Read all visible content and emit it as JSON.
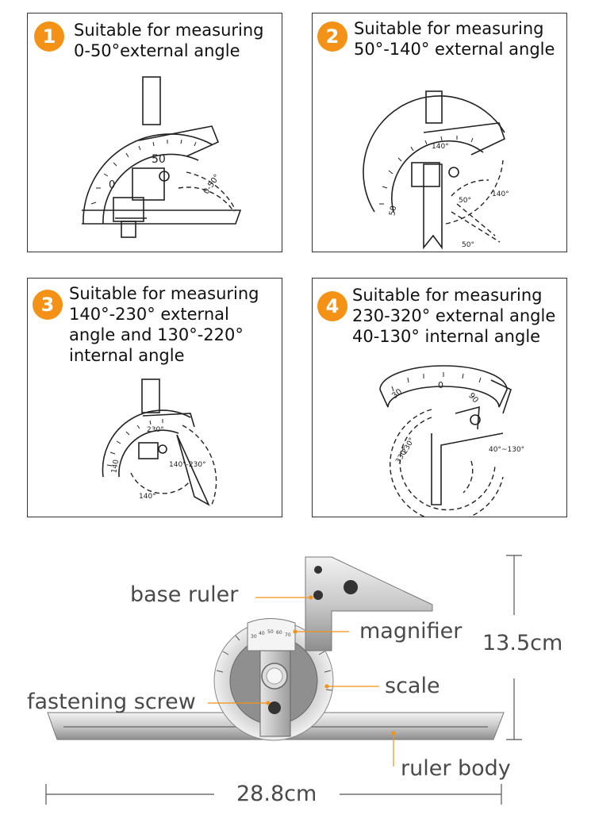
{
  "panels": [
    {
      "number": "1",
      "lines": [
        "Suitable for measuring",
        "0-50°external angle"
      ],
      "scale_labels": [
        "50",
        "0",
        "0-50°"
      ]
    },
    {
      "number": "2",
      "lines": [
        "Suitable for measuring",
        "50°-140° external angle"
      ],
      "scale_labels": [
        "140°",
        "50",
        "50°",
        "140°",
        "50°"
      ]
    },
    {
      "number": "3",
      "lines": [
        "Suitable for measuring",
        "140°-230° external",
        "angle and 130°-220°",
        "internal angle"
      ],
      "scale_labels": [
        "230°",
        "140",
        "140°-230°",
        "140°"
      ]
    },
    {
      "number": "4",
      "lines": [
        "Suitable for measuring",
        "230-320° external angle",
        "40-130° internal angle"
      ],
      "scale_labels": [
        "30",
        "0",
        "90",
        "230°",
        "330°",
        "40°~130°"
      ]
    }
  ],
  "product": {
    "labels": {
      "base_ruler": "base ruler",
      "magnifier": "magnifier",
      "scale": "scale",
      "fastening_screw": "fastening screw",
      "ruler_body": "ruler body"
    },
    "dimensions": {
      "height": "13.5cm",
      "width": "28.8cm"
    },
    "dial_numbers": [
      "30",
      "40",
      "50",
      "60",
      "70"
    ],
    "accent_color": "#f39217"
  }
}
